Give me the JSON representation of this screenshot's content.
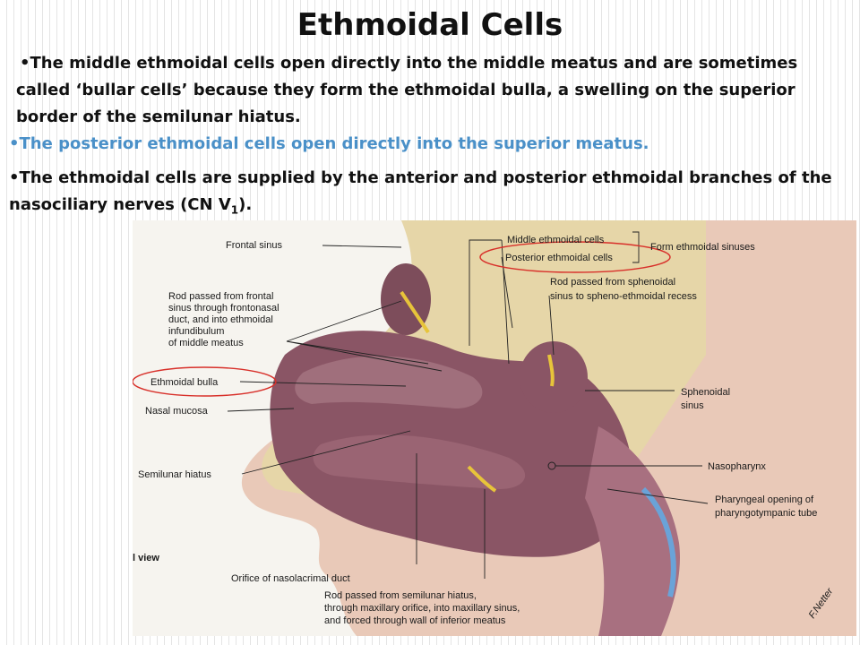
{
  "slide": {
    "title": "Ethmoidal Cells",
    "bullets": [
      {
        "marker": "•",
        "text": "The middle ethmoidal cells open directly into the middle meatus and are sometimes called ‘bullar cells’ because they form the ethmoidal bulla, a swelling on the superior border of the semilunar hiatus."
      },
      {
        "marker": "•",
        "text": "The posterior ethmoidal cells open directly into the superior meatus."
      },
      {
        "marker": "•",
        "text_before": "The ethmoidal cells are supplied by the anterior and posterior ethmoidal branches of the nasociliary nerves (CN V",
        "subscript": "1",
        "text_after": ")."
      }
    ],
    "colors": {
      "highlight_bullet": "#4a90c8",
      "annotation_oval": "#d8302a"
    }
  },
  "figure": {
    "labels": {
      "frontal_sinus": "Frontal sinus",
      "rod_frontal_1": "Rod passed from frontal",
      "rod_frontal_2": "sinus through frontonasal",
      "rod_frontal_3": "duct, and into ethmoidal",
      "rod_frontal_4": "infundibulum",
      "rod_frontal_5": "of middle meatus",
      "ethmoidal_bulla": "Ethmoidal bulla",
      "nasal_mucosa": "Nasal mucosa",
      "semilunar_hiatus": "Semilunar hiatus",
      "view": "l view",
      "orifice": "Orifice of nasolacrimal duct",
      "rod_semilunar_1": "Rod passed from semilunar hiatus,",
      "rod_semilunar_2": "through maxillary orifice, into maxillary sinus,",
      "rod_semilunar_3": "and forced through wall of inferior meatus",
      "middle_ethmoidal": "Middle ethmoidal cells",
      "posterior_ethmoidal": "Posterior ethmoidal cells",
      "form_ethmoidal": "Form ethmoidal sinuses",
      "rod_sphenoidal_1": "Rod passed from sphenoidal",
      "rod_sphenoidal_2": "sinus to spheno-ethmoidal recess",
      "sphenoidal_1": "Sphenoidal",
      "sphenoidal_2": "sinus",
      "nasopharynx": "Nasopharynx",
      "pharyngeal_1": "Pharyngeal opening of",
      "pharyngeal_2": "pharyngotympanic tube",
      "signature": "F.Netter"
    }
  }
}
